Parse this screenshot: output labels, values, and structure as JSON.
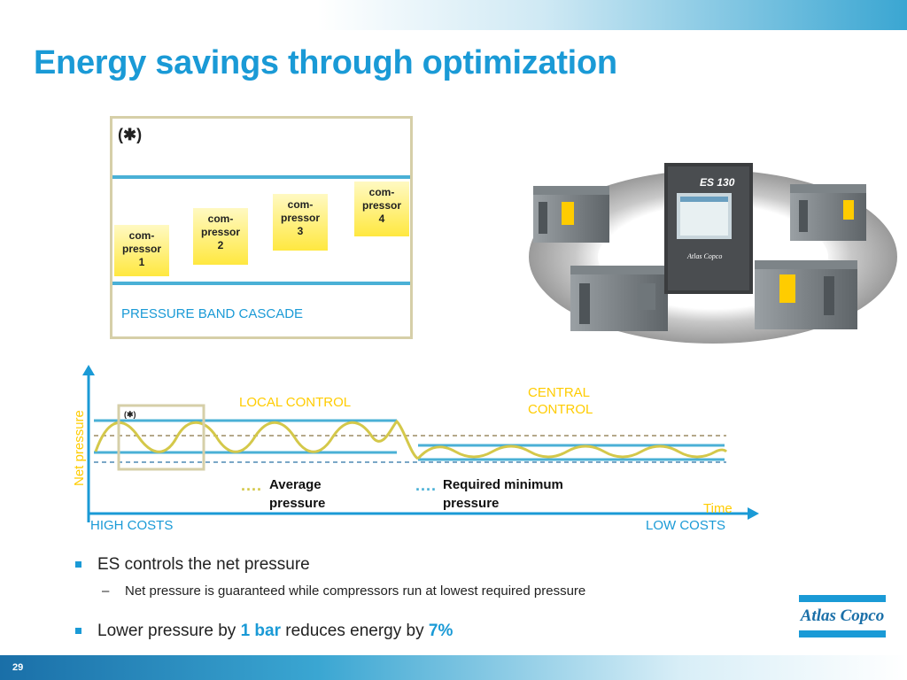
{
  "slide": {
    "title": "Energy savings through optimization",
    "page_number": "29"
  },
  "cascade": {
    "symbol": "(✱)",
    "compressors": [
      {
        "label": "com-\npressor\n1"
      },
      {
        "label": "com-\npressor\n2"
      },
      {
        "label": "com-\npressor\n3"
      },
      {
        "label": "com-\npressor\n4"
      }
    ],
    "caption": "PRESSURE BAND CASCADE"
  },
  "illustration": {
    "controller_label": "ES 130",
    "controller_brand": "Atlas Copco",
    "icons": [
      "compressor-unit-icon",
      "es-controller-icon"
    ]
  },
  "pressure_chart": {
    "ylabel": "Net pressure",
    "xlabel": "Time",
    "marker_symbol": "(✱)",
    "local_label": "LOCAL CONTROL",
    "central_label": "CENTRAL\nCONTROL",
    "cost_left": "HIGH COSTS",
    "cost_right": "LOW COSTS",
    "legend": [
      {
        "dots": "....",
        "color": "#d4c84a",
        "text": "Average\npressure"
      },
      {
        "dots": "....",
        "color": "#4ab0d6",
        "text": "Required minimum\npressure"
      }
    ]
  },
  "bullets": {
    "item1": "ES controls the net pressure",
    "sub1": "Net pressure is guaranteed while compressors run at lowest required pressure",
    "item2_pre": "Lower pressure by",
    "item2_value1": "1 bar",
    "item2_mid": "reduces energy by",
    "item2_value2": "7%"
  },
  "brand": {
    "logo_text": "Atlas Copco"
  },
  "colors": {
    "accent": "#1a9ad6",
    "yellow": "#ffcc00",
    "band_line": "#4ab0d6"
  }
}
